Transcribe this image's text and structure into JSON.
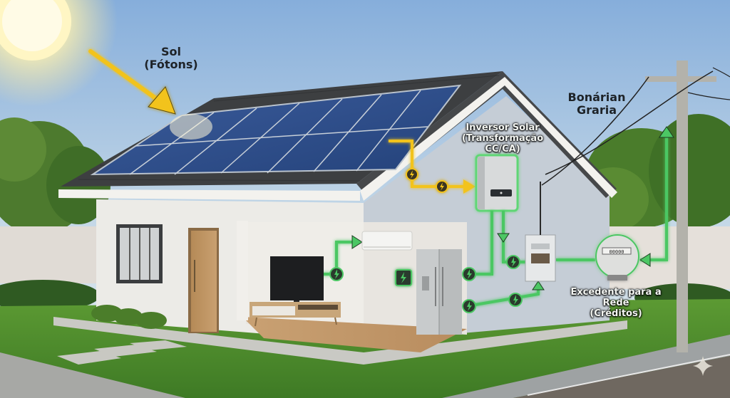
{
  "diagram": {
    "title": "Solar home energy flow",
    "labels": {
      "sun": {
        "line1": "Sol",
        "line2": "(Fótons)"
      },
      "grid": {
        "line1": "Bonárian",
        "line2": "Graria"
      },
      "inverter": {
        "line1": "Inversor Solar",
        "line2": "(Transformação CC/CA)"
      },
      "excess": {
        "line1": "Excedente para a Rede",
        "line2": "(Créditos)"
      }
    },
    "components": [
      {
        "id": "sun",
        "name": "Sol"
      },
      {
        "id": "solar-panels",
        "name": "Painéis solares"
      },
      {
        "id": "inverter",
        "name": "Inversor Solar"
      },
      {
        "id": "breaker-panel",
        "name": "Quadro de distribuição"
      },
      {
        "id": "meter",
        "name": "Medidor bidirecional"
      },
      {
        "id": "utility-pole",
        "name": "Poste da rede"
      },
      {
        "id": "tv",
        "name": "TV"
      },
      {
        "id": "air-conditioner",
        "name": "Ar-condicionado"
      },
      {
        "id": "refrigerator",
        "name": "Geladeira"
      }
    ],
    "flows": [
      {
        "from": "sun",
        "to": "solar-panels",
        "color": "#f2c31c",
        "type": "photons"
      },
      {
        "from": "solar-panels",
        "to": "inverter",
        "color": "#f2c31c",
        "type": "DC"
      },
      {
        "from": "inverter",
        "to": "breaker-panel",
        "color": "#4cc764",
        "type": "AC"
      },
      {
        "from": "breaker-panel",
        "to": "meter",
        "color": "#4cc764",
        "type": "AC"
      },
      {
        "from": "meter",
        "to": "utility-pole",
        "color": "#4cc764",
        "type": "excess"
      },
      {
        "from": "breaker-panel",
        "to": "tv",
        "color": "#4cc764",
        "type": "AC"
      },
      {
        "from": "tv",
        "to": "air-conditioner",
        "color": "#4cc764",
        "type": "AC"
      },
      {
        "from": "breaker-panel",
        "to": "refrigerator",
        "color": "#4cc764",
        "type": "AC"
      }
    ],
    "colors": {
      "dc_flow": "#f2c31c",
      "ac_flow": "#4cc764",
      "sky_top": "#7fa9d6",
      "sky_bottom": "#dbe6ee",
      "roof": "#3b3d3f",
      "panel": "#2f4e8a",
      "wall": "#eceae6",
      "grass": "#4f8a2c"
    },
    "meter_display": "00000"
  }
}
